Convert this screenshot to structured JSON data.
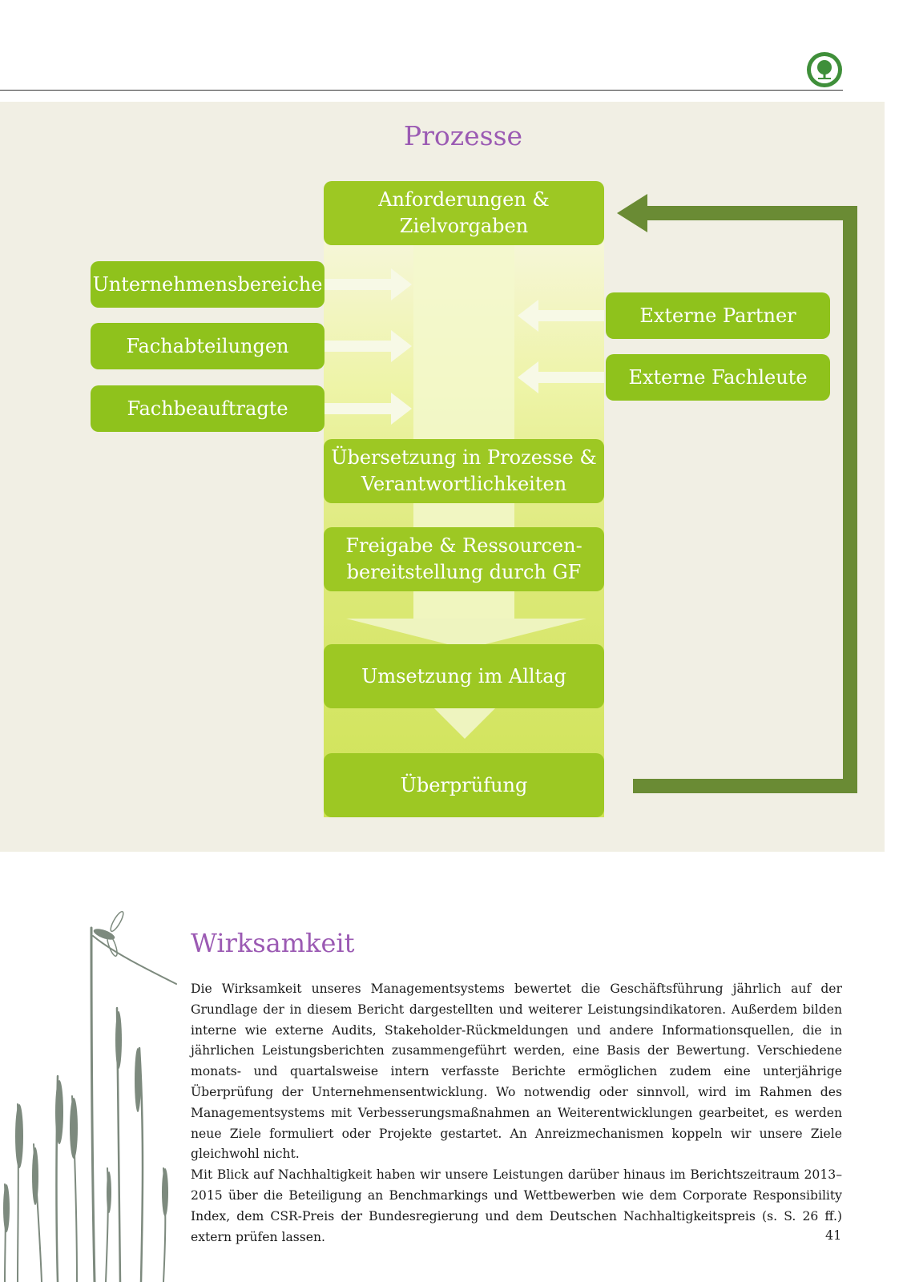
{
  "header": {
    "logo_alt": "Baum-Logo"
  },
  "diagram": {
    "title": "Prozesse",
    "center_steps": [
      {
        "lines": [
          "Anforderungen &",
          "Zielvorgaben"
        ]
      },
      {
        "lines": [
          "Übersetzung in Prozesse &",
          "Verantwortlichkeiten"
        ]
      },
      {
        "lines": [
          "Freigabe & Ressourcen-",
          "bereitstellung durch GF"
        ]
      },
      {
        "lines": [
          "Umsetzung im Alltag"
        ]
      },
      {
        "lines": [
          "Überprüfung"
        ]
      }
    ],
    "left_inputs": [
      "Unternehmensbereiche",
      "Fachabteilungen",
      "Fachbeauftragte"
    ],
    "right_inputs": [
      "Externe Partner",
      "Externe Fachleute"
    ]
  },
  "section": {
    "title": "Wirksamkeit",
    "paragraphs": [
      "Die Wirksamkeit unseres Managementsystems bewertet die Geschäftsführung jährlich auf der Grundlage der in diesem Bericht dargestellten und weiterer Leistungsindikatoren. Außerdem bilden interne wie externe Audits, Stakeholder-Rückmeldungen und andere Informationsquellen, die in jährlichen Leistungsberichten zusammengeführt werden, eine Basis der Bewertung. Verschiedene monats- und quartalsweise intern verfasste Berichte ermöglichen zudem eine unterjährige Überprüfung der Unternehmensentwicklung. Wo notwendig oder sinnvoll, wird im Rahmen des Managementsystems mit Verbesserungsmaßnahmen an Weiterentwicklungen gearbeitet, es werden neue Ziele formuliert oder Projekte gestartet. An Anreizmechanismen koppeln wir unsere Ziele gleichwohl nicht.",
      "Mit Blick auf Nachhaltigkeit haben wir unsere Leistungen darüber hinaus im Berichtszeitraum 2013–2015 über die Beteiligung an Benchmarkings und Wettbewerben wie dem Corporate Responsibility Index, dem CSR-Preis der Bundesregierung und dem Deutschen Nachhaltigkeitspreis (s. S. 26 ff.) extern prüfen lassen."
    ]
  },
  "footer": {
    "page_number": "41"
  },
  "colors": {
    "accent_purple": "#9b5ab3",
    "box_green": "#9dc823",
    "loop_green": "#6a8b34",
    "panel_bg": "#f1efe4"
  }
}
